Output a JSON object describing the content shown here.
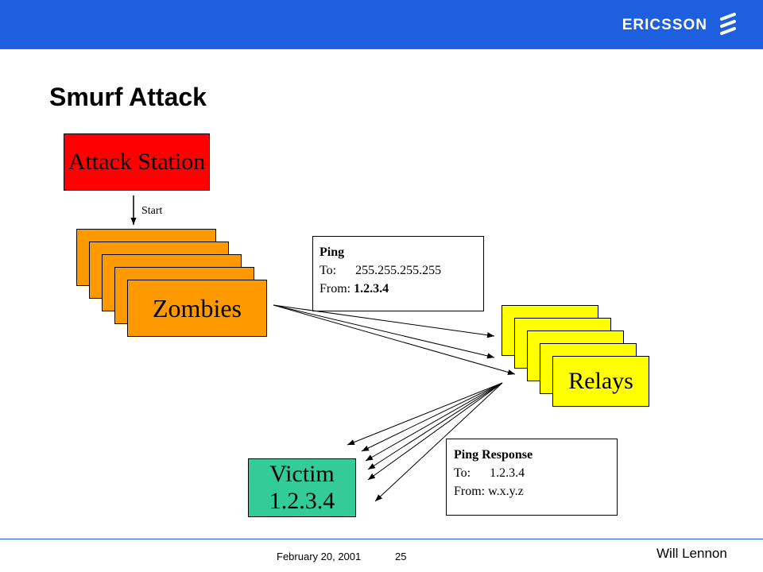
{
  "header": {
    "brand": "ERICSSON",
    "brand_color": "#1e5fe0"
  },
  "title": "Smurf Attack",
  "nodes": {
    "attack_station": "Attack Station",
    "start_label": "Start",
    "zombies": "Zombies",
    "relays": "Relays",
    "victim_line1": "Victim",
    "victim_line2": "1.2.3.4"
  },
  "ping_box": {
    "title": "Ping",
    "to_label": "To:",
    "to_value": "255.255.255.255",
    "from_label": "From:",
    "from_value": "1.2.3.4"
  },
  "response_box": {
    "title": "Ping Response",
    "to_label": "To:",
    "to_value": "1.2.3.4",
    "from_label": "From:",
    "from_value": "w.x.y.z"
  },
  "footer": {
    "date": "February 20, 2001",
    "page": "25",
    "author": "Will Lennon"
  },
  "colors": {
    "attack": "#ff0000",
    "zombies": "#ff9900",
    "relays": "#ffff00",
    "victim": "#33cc99"
  }
}
